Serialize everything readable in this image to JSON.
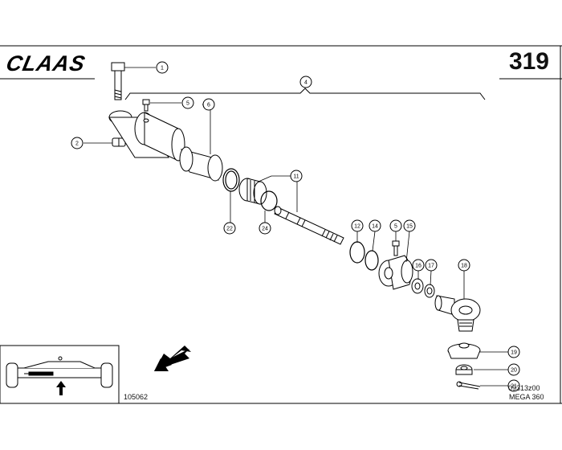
{
  "header": {
    "brand": "CLAAS",
    "page_number": "319"
  },
  "callouts": [
    "1",
    "2",
    "4",
    "5",
    "6",
    "11",
    "12",
    "14",
    "15",
    "16",
    "17",
    "18",
    "19",
    "20",
    "21",
    "22",
    "24"
  ],
  "footer": {
    "inset_code": "105062",
    "drawing_code": "09313z00",
    "model": "MEGA 360"
  }
}
